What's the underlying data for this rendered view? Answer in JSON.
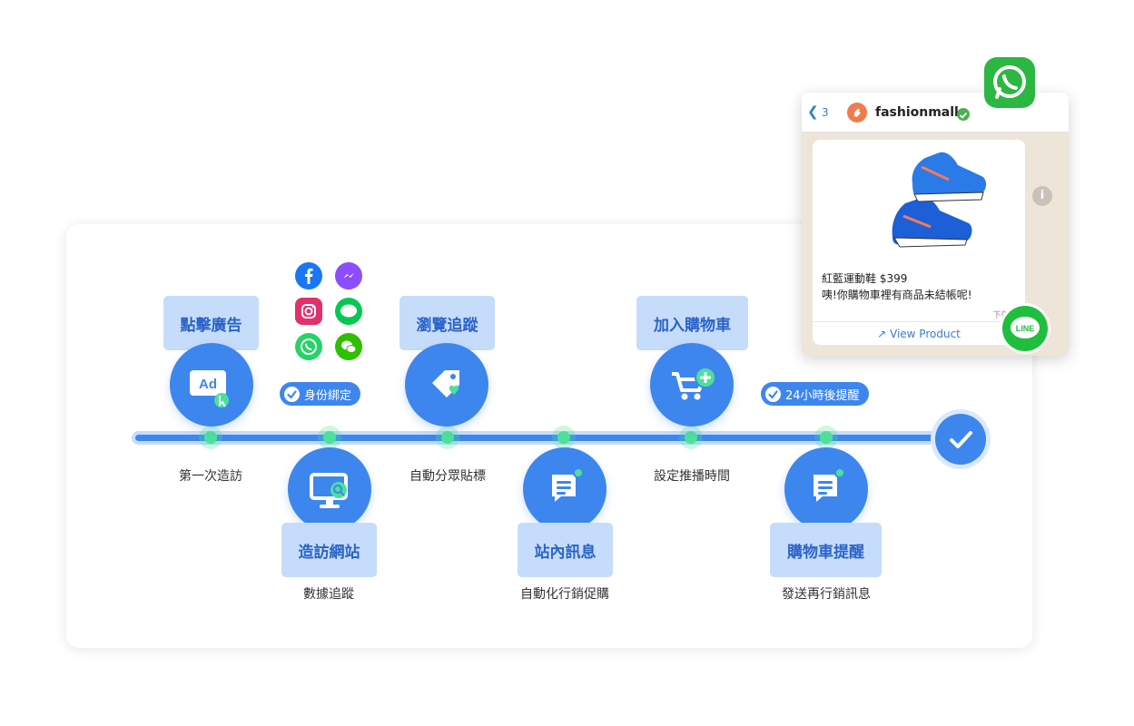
{
  "steps": {
    "s1": {
      "box": "點擊廣告",
      "caption": "第一次造訪"
    },
    "s2": {
      "box": "造訪網站",
      "caption": "數據追蹤"
    },
    "s3": {
      "box": "瀏覽追蹤",
      "caption": "自動分眾貼標"
    },
    "s4": {
      "box": "站內訊息",
      "caption": "自動化行銷促購"
    },
    "s5": {
      "box": "加入購物車",
      "caption": "設定推播時間"
    },
    "s6": {
      "box": "購物車提醒",
      "caption": "發送再行銷訊息"
    }
  },
  "pills": {
    "identity": "身份綁定",
    "reminder": "24小時後提醒"
  },
  "ad_icon_text": "Ad",
  "social_icons": [
    "facebook-icon",
    "messenger-icon",
    "instagram-icon",
    "line-icon",
    "whatsapp-icon",
    "wechat-icon"
  ],
  "chat": {
    "back_count": "3",
    "shop_name": "fashionmall",
    "product_line1": "紅藍運動鞋 $399",
    "product_line2": "咦!你購物車裡有商品未結帳呢!",
    "time": "下午12",
    "view_label": "View Product",
    "info": "i"
  },
  "line_badge_text": "LINE",
  "colors": {
    "accent": "#3d86ee",
    "light": "#c6dcfb",
    "green": "#4ce09c",
    "label_text": "#2a63c8"
  }
}
